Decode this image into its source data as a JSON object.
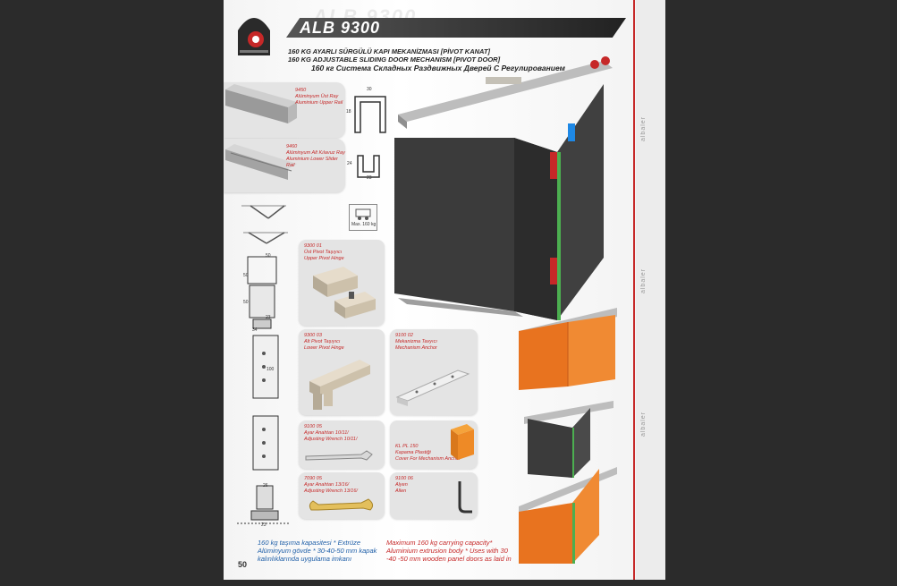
{
  "header": {
    "ghost_title": "ALB 9300",
    "title": "ALB 9300",
    "subtitle_tr": "160 KG AYARLI SÜRGÜLÜ KAPI MEKANİZMASI [PİVOT KANAT]",
    "subtitle_en": "160 KG ADJUSTABLE SLIDING DOOR MECHANISM [PIVOT DOOR]",
    "subtitle_ru": "160 кг Система Складных Раздвижных Дверей С Регулированием"
  },
  "side": {
    "label": "albaler"
  },
  "parts": [
    {
      "code": "9450",
      "tr": "Alüminyum Üst Ray",
      "en": "Aluminium Upper Rail"
    },
    {
      "code": "9460",
      "tr": "Alüminyum Alt Kılavuz Ray",
      "en": "Aluminium Lower Slider Rail"
    },
    {
      "code": "9300 01",
      "tr": "Üst Pivot Taşıyıcı",
      "en": "Upper Pivot Hinge"
    },
    {
      "code": "9300 03",
      "tr": "Alt Pivot Taşıyıcı",
      "en": "Lower Pivot Hinge"
    },
    {
      "code": "9100 02",
      "tr": "Mekanizma Tavyıcı",
      "en": "Mechanism Anchor"
    },
    {
      "code": "9100 05",
      "tr": "Ayar Anahtarı 10/11/",
      "en": "Adjusting Wrench 10/11/"
    },
    {
      "code": "KL PL 150",
      "tr": "Kapama Plastiği",
      "en": "Cover For Mechanism Anchor"
    },
    {
      "code": "7090 05",
      "tr": "Ayar Anahtarı 13/16/",
      "en": "Adjusting Wrench 13/16/"
    },
    {
      "code": "9100 06",
      "tr": "Alyen",
      "en": "Allen"
    }
  ],
  "dimensions": {
    "upper_rail_width": "30",
    "upper_rail_height": "18",
    "lower_rail_width": "23",
    "lower_rail_height": "24",
    "drawing_dims": [
      "50",
      "50",
      "50",
      "23",
      "34",
      "100",
      "26",
      "23"
    ]
  },
  "capacity_label": "Max. 160 kg",
  "footer": {
    "tr": "160 kg taşıma kapasitesi * Extrüze Alüminyum gövde * 30-40-50 mm kapak kalınlıklarında uygulama imkanı",
    "en": "Maximum 160 kg carrying capacity* Aluminium extrusion body * Uses with 30 -40 -50 mm wooden panel doors as laid in"
  },
  "page_number": "50",
  "colors": {
    "accent": "#c62828",
    "blue_text": "#1f5fa8",
    "door_dark": "#333333",
    "door_orange": "#e8731f",
    "background": "#2b2b2b"
  }
}
